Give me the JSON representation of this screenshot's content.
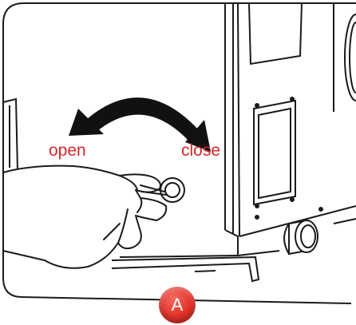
{
  "labels": {
    "open": "open",
    "close": "close",
    "badge": "A"
  },
  "colors": {
    "label_text": "#d7262b",
    "badge_fill": "#e2332a",
    "line": "#1a1a1a",
    "background": "#ffffff"
  },
  "icons": {
    "arrow": "curved-double-arrow-icon",
    "hand": "hand-turning-key-icon",
    "lock": "key-lock-icon",
    "badge": "letter-badge-icon"
  }
}
